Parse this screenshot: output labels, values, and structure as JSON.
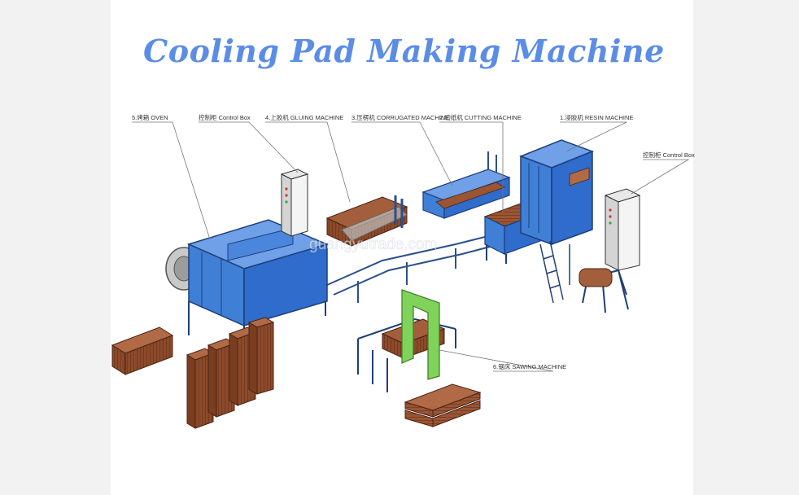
{
  "title": "Cooling Pad Making Machine",
  "labels": {
    "oven": "5.烤箱 OVEN",
    "control_box_left": "控制柜 Control Box",
    "gluing": "4.上胶机 GLUING MACHINE",
    "corrugated": "3.压楞机 CORRUGATED MACHINE",
    "cutting": "2.切纸机 CUTTING MACHINE",
    "resin": "1.浸胶机 RESIN MACHINE",
    "control_box_right": "控制柜 Control Box",
    "sawing": "6.锯床 SAWING MACHINE"
  },
  "watermark": "guangyutrade.com",
  "colors": {
    "title": "#5b8de6",
    "machine_blue": "#3f7fd6",
    "pad_brown": "#8c4a2b",
    "saw_green": "#7fd35a"
  }
}
